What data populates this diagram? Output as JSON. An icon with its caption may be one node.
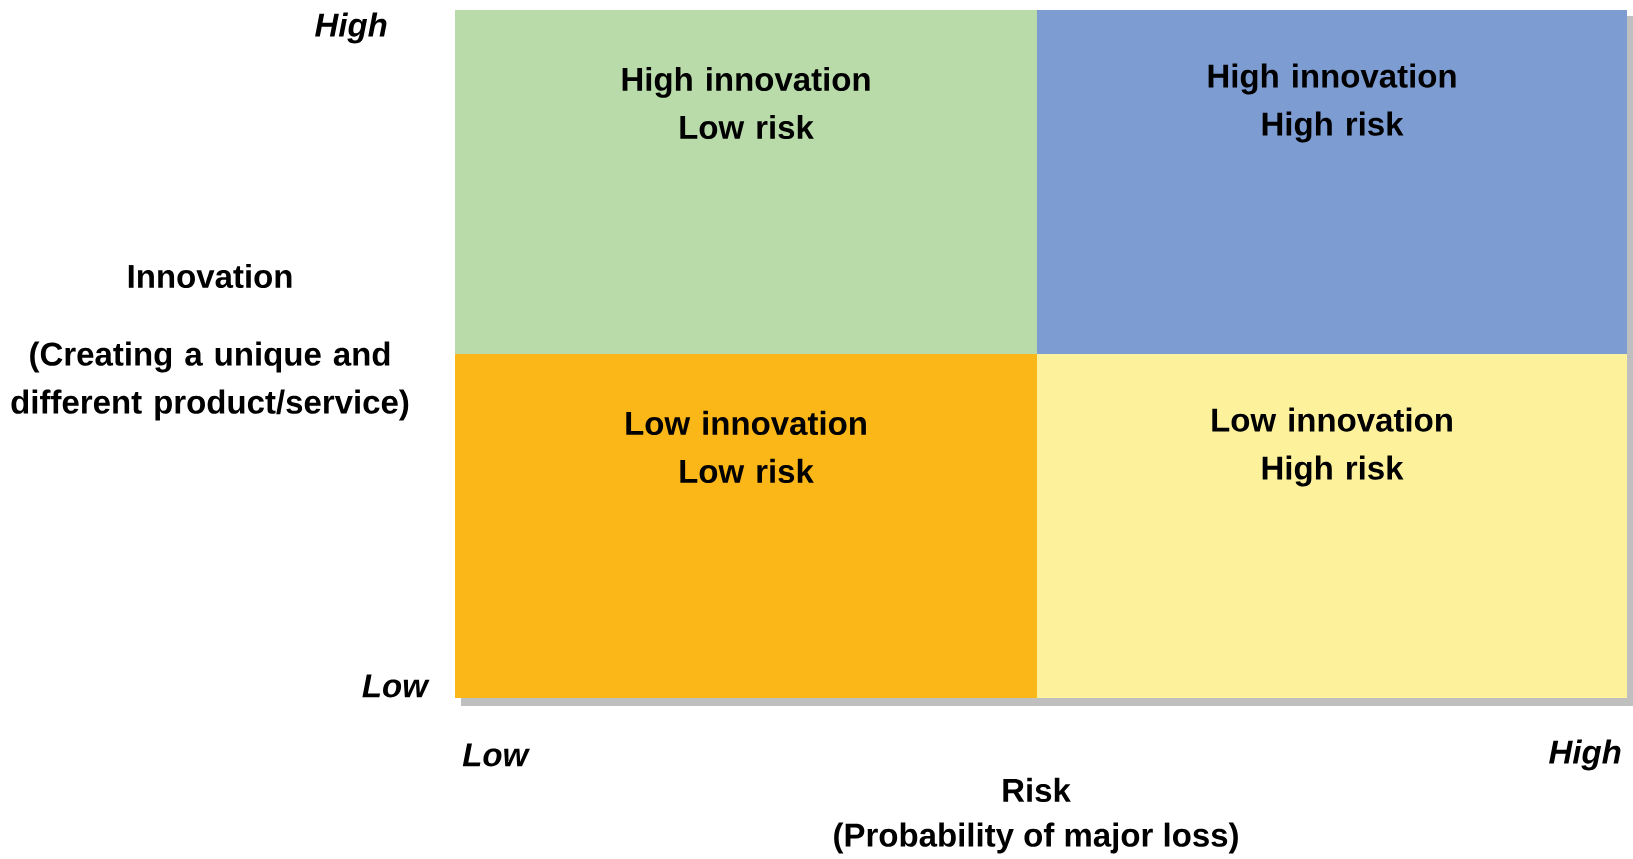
{
  "diagram": {
    "nodes": [
      {
        "text": [
          "High innovation Low risk"
        ]
      },
      {
        "text": [
          "High innovation High risk"
        ]
      },
      {
        "text": [
          "Low innovation Low risk"
        ]
      },
      {
        "text": [
          "Low innovation High risk"
        ]
      }
    ],
    "labels": [
      "High",
      "Innovation",
      "(Creating a unique and different product/service)",
      "Low",
      "Low",
      "High",
      "Risk",
      "(Probability of major loss)"
    ]
  }
}
